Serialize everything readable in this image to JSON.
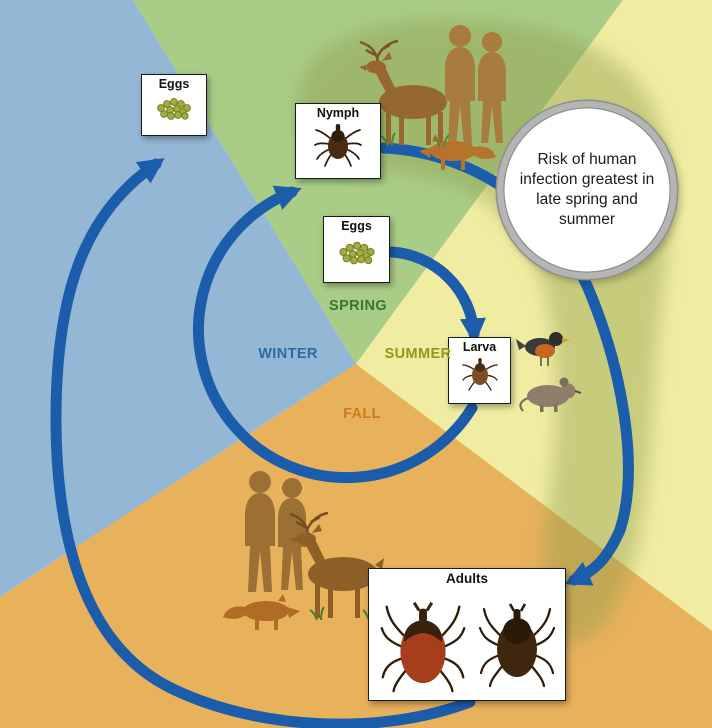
{
  "stages": {
    "eggs_outer": {
      "label": "Eggs",
      "icon": "egg-cluster-icon"
    },
    "nymph": {
      "label": "Nymph",
      "icon": "nymph-tick-icon"
    },
    "eggs_center": {
      "label": "Eggs",
      "icon": "egg-cluster-icon"
    },
    "larva": {
      "label": "Larva",
      "icon": "larva-tick-icon"
    },
    "adults": {
      "label": "Adults",
      "icons": [
        "adult-female-tick-icon",
        "adult-male-tick-icon"
      ]
    }
  },
  "seasons": {
    "spring": {
      "label": "SPRING",
      "color": "#37792c"
    },
    "summer": {
      "label": "SUMMER",
      "color": "#96961c"
    },
    "fall": {
      "label": "FALL",
      "color": "#cb7a1a"
    },
    "winter": {
      "label": "WINTER",
      "color": "#2a6ca6"
    }
  },
  "callout": {
    "text": "Risk of human infection greatest in late spring and summer"
  },
  "colors": {
    "spring_bg": "#a9cc87",
    "summer_bg": "#f0eda2",
    "fall_bg": "#e8b15c",
    "winter_bg": "#93b7d5",
    "cycle_arrow": "#1b5cab",
    "highlight_blob": "#8f9c48"
  },
  "animals": {
    "spring_group": [
      "deer-icon",
      "human-pair-icon",
      "fox-icon"
    ],
    "summer_hosts": [
      "bird-icon",
      "mouse-icon"
    ],
    "fall_group": [
      "human-pair-icon",
      "deer-icon",
      "fox-icon"
    ]
  }
}
